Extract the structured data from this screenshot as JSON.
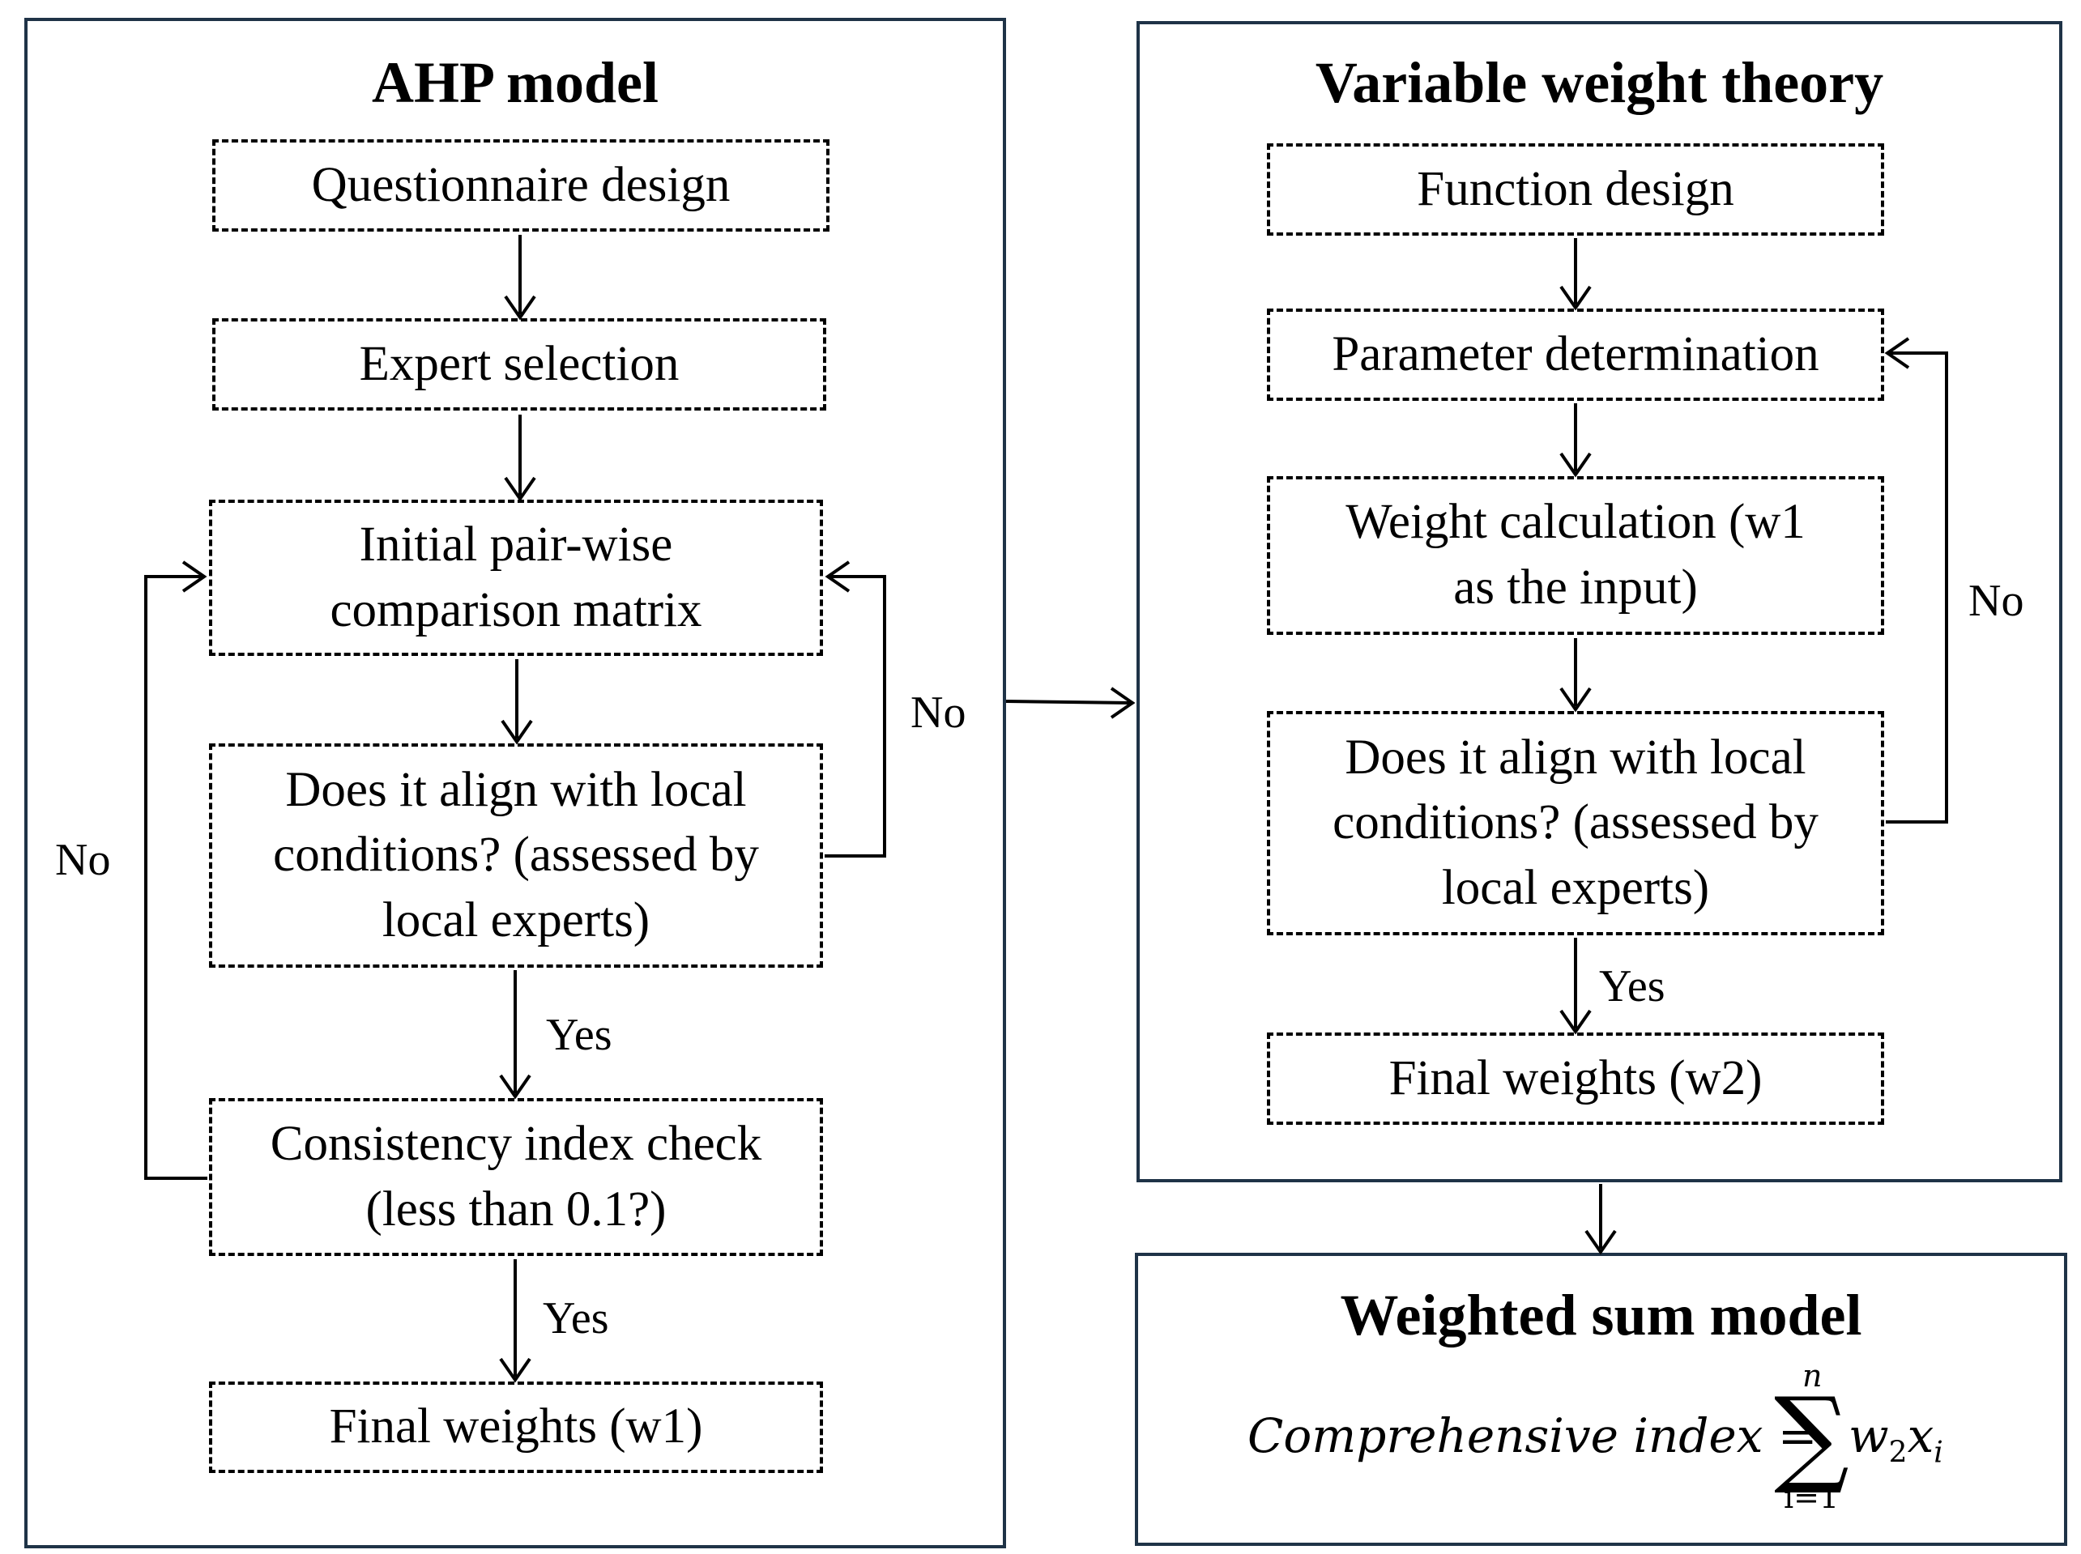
{
  "ahp": {
    "title": "AHP model",
    "boxes": {
      "questionnaire": [
        "Questionnaire design"
      ],
      "expert": [
        "Expert selection"
      ],
      "matrix": [
        "Initial pair-wise",
        "comparison matrix"
      ],
      "align": [
        "Does it align with local",
        "conditions? (assessed by",
        "local experts)"
      ],
      "consistency": [
        "Consistency index check",
        "(less than 0.1?)"
      ],
      "final": [
        "Final weights (w1)"
      ]
    },
    "labels": {
      "no_right": "No",
      "no_left": "No",
      "yes_1": "Yes",
      "yes_2": "Yes"
    }
  },
  "vwt": {
    "title": "Variable weight theory",
    "boxes": {
      "function": [
        "Function design"
      ],
      "parameter": [
        "Parameter determination"
      ],
      "weight": [
        "Weight calculation (w1",
        "as the input)"
      ],
      "align": [
        "Does it align with local",
        "conditions? (assessed by",
        "local experts)"
      ],
      "final": [
        "Final weights (w2)"
      ]
    },
    "labels": {
      "no": "No",
      "yes": "Yes"
    }
  },
  "wsm": {
    "title": "Weighted sum model",
    "formula": {
      "lhs": "Comprehensive index =",
      "upper": "n",
      "lower": "i=1",
      "sigma": "∑",
      "w": "w",
      "w_sub": "2",
      "x": "x",
      "x_sub": "i"
    }
  },
  "colors": {
    "panel_border": "#1f3347",
    "box_border": "#000000",
    "text": "#000000",
    "background": "#ffffff"
  }
}
